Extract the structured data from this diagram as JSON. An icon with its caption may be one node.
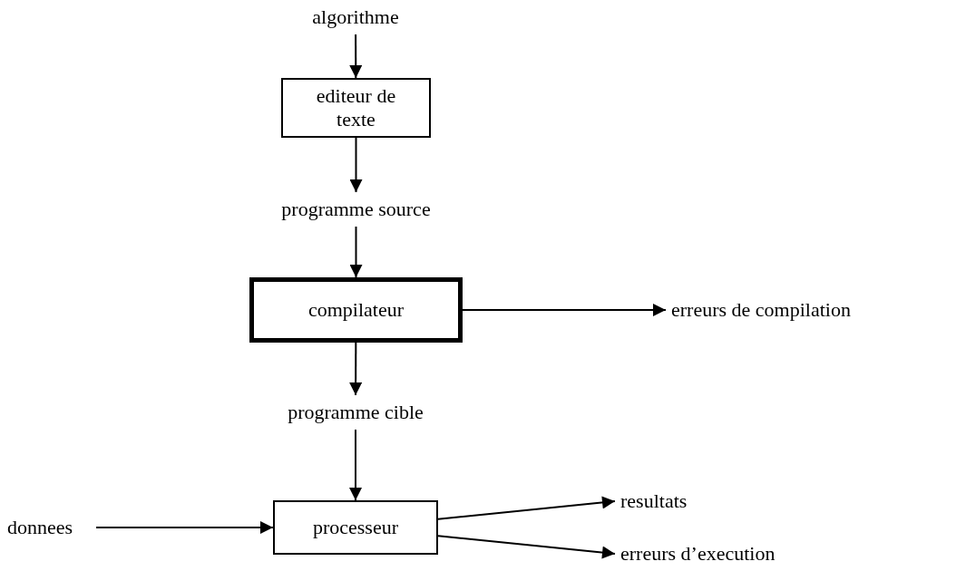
{
  "diagram": {
    "nodes": [
      {
        "text": [
          "algorithme"
        ]
      },
      {
        "text": [
          "editeur de texte"
        ]
      },
      {
        "text": [
          "programme source"
        ]
      },
      {
        "text": [
          "compilateur"
        ]
      },
      {
        "text": [
          "erreurs de compilation"
        ]
      },
      {
        "text": [
          "programme cible"
        ]
      },
      {
        "text": [
          "processeur"
        ]
      },
      {
        "text": [
          "donnees"
        ]
      },
      {
        "text": [
          "resultats"
        ]
      },
      {
        "text": [
          "erreurs d’execution"
        ]
      }
    ],
    "edges": [
      {
        "from": 0,
        "to": 1,
        "arrow": "to"
      },
      {
        "from": 1,
        "to": 2,
        "arrow": "to"
      },
      {
        "from": 2,
        "to": 3,
        "arrow": "to"
      },
      {
        "from": 3,
        "to": 4,
        "arrow": "to"
      },
      {
        "from": 3,
        "to": 5,
        "arrow": "to"
      },
      {
        "from": 5,
        "to": 6,
        "arrow": "to"
      },
      {
        "from": 7,
        "to": 6,
        "arrow": "to"
      },
      {
        "from": 6,
        "to": 8,
        "arrow": "to"
      },
      {
        "from": 6,
        "to": 9,
        "arrow": "to"
      }
    ]
  }
}
